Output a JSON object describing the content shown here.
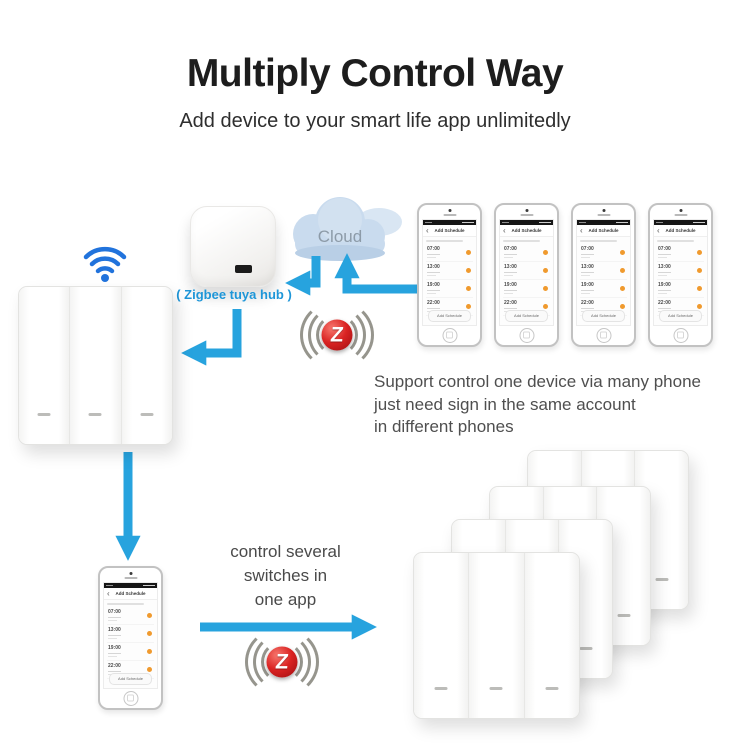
{
  "header": {
    "title": "Multiply Control Way",
    "subtitle": "Add device to your smart life app unlimitedly"
  },
  "hub": {
    "label": "( Zigbee tuya hub )"
  },
  "cloud": {
    "label": "Cloud"
  },
  "zigbee_badge": {
    "letter": "Z"
  },
  "captions": {
    "multi_phone": {
      "line1": "Support control one device via many phone",
      "line2": "just need sign in the same account",
      "line3": "in different phones"
    },
    "one_app": {
      "line1": "control several",
      "line2": "switches in",
      "line3": "one app"
    }
  },
  "phone_screen": {
    "back_icon": "‹",
    "title": "Add Schedule",
    "items": [
      {
        "time": "07:00"
      },
      {
        "time": "13:00"
      },
      {
        "time": "19:00"
      },
      {
        "time": "22:00"
      }
    ],
    "button": "Add Schedule"
  },
  "colors": {
    "arrow_blue": "#27a3de",
    "hub_label_blue": "#1e96d8",
    "wifi_blue": "#2173dc",
    "zigbee_red": "#da2322",
    "toggle_orange": "#f09a2e",
    "cloud_fill": "#c9dbee"
  }
}
